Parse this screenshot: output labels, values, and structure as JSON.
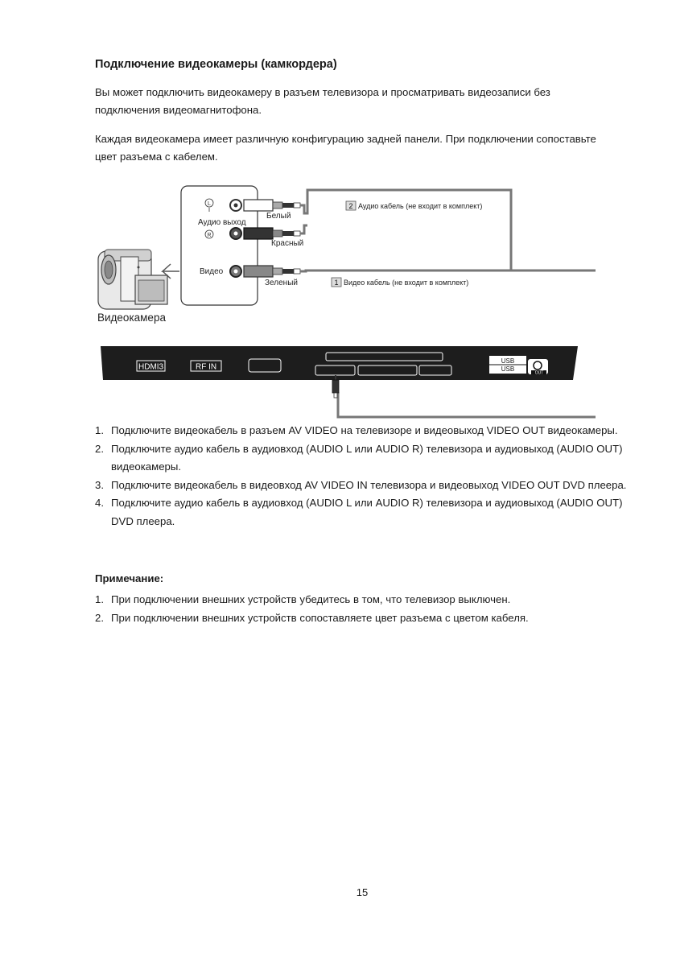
{
  "heading": "Подключение видеокамеры (камкордера)",
  "paragraphs": [
    "Вы может подключить видеокамеру в разъем телевизора и просматривать видеозаписи без подключения видеомагнитофона.",
    "Каждая видеокамера имеет различную конфигурацию задней панели. При подключении сопоставьте цвет разъема с кабелем."
  ],
  "diagram": {
    "jack_l": "L",
    "jack_r": "R",
    "audio_out": "Аудио выход",
    "video": "Видео",
    "white": "Белый",
    "red": "Красный",
    "green": "Зеленый",
    "audio_cable_num": "2",
    "audio_cable": "Аудио кабель (не входит в комплект)",
    "video_cable_num": "1",
    "video_cable": "Видео кабель (не входит в комплект)",
    "camera": "Видеокамера",
    "hdmi": "HDMI3",
    "rf_in": "RF IN",
    "usb1": "USB",
    "usb2": "USB",
    "out": "OUT"
  },
  "steps": [
    {
      "num": "1.",
      "text": "Подключите видеокабель в разъем AV VIDEO на телевизоре и видеовыход VIDEO OUT видеокамеры."
    },
    {
      "num": "2.",
      "text": "Подключите аудио кабель в аудиовход (AUDIO L или AUDIO R) телевизора и аудиовыход (AUDIO OUT) видеокамеры."
    },
    {
      "num": "3.",
      "text": "Подключите видеокабель в видеовход AV VIDEO IN телевизора и видеовыход VIDEO OUT DVD плеера."
    },
    {
      "num": "4.",
      "text": "Подключите аудио кабель в аудиовход (AUDIO L или AUDIO R) телевизора и аудиовыход (AUDIO OUT) DVD плеера."
    }
  ],
  "note_title": "Примечание:",
  "notes": [
    {
      "num": "1.",
      "text": "При подключении внешних устройств убедитесь в том, что телевизор выключен."
    },
    {
      "num": "2.",
      "text": "При подключении внешних устройств сопоставляете цвет разъема с цветом кабеля."
    }
  ],
  "page_number": "15"
}
